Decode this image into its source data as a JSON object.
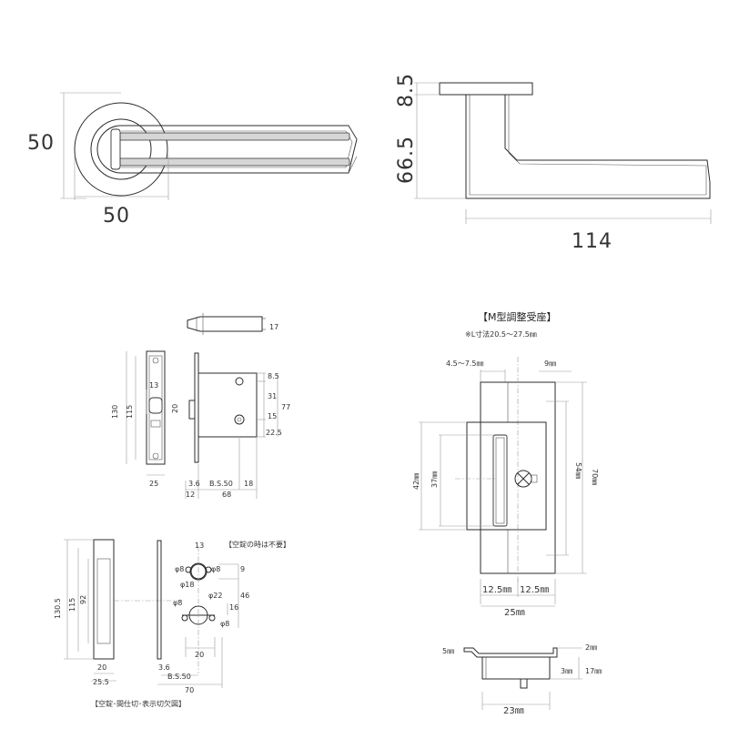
{
  "lever": {
    "rose_height": "50",
    "rose_width": "50",
    "rose_projection": "8.5",
    "lever_height": "66.5",
    "lever_length": "114"
  },
  "mortise": {
    "bolt_projection": "17",
    "face_height": "130",
    "case_height": "115",
    "strike_13": "13",
    "strike_20": "20",
    "face_width": "25",
    "top_offset": "8.5",
    "spindle_offset": "31",
    "overall_height": "77",
    "cylinder_offset": "15",
    "bottom_offset": "22.5",
    "face_thickness": "3.6",
    "backset": "B.S.50",
    "tail": "18",
    "front_thickness": "12",
    "case_depth": "68"
  },
  "cutout": {
    "label_not_needed": "【空錠の時は不要】",
    "dim_13": "13",
    "phi8_a": "φ8",
    "phi8_b": "φ8",
    "phi18": "φ18",
    "dim_9": "9",
    "phi22": "φ22",
    "dim_46": "46",
    "phi8_c": "φ8",
    "dim_16": "16",
    "phi8_d": "φ8",
    "height_130_5": "130.5",
    "height_115": "115",
    "height_92": "92",
    "width_20_left": "20",
    "width_20_right": "20",
    "width_25_5": "25.5",
    "offset_3_6": "3.6",
    "backset": "B.S.50",
    "width_70": "70",
    "caption": "【空錠･間仕切･表示切欠図】"
  },
  "strike": {
    "title": "【M型調整受座】",
    "note": "※L寸法20.5～27.5㎜",
    "range": "4.5～7.5㎜",
    "dim_9": "9㎜",
    "height_42": "42㎜",
    "height_37": "37㎜",
    "height_54": "54㎜",
    "height_70": "70㎜",
    "half_left": "12.5㎜",
    "half_right": "12.5㎜",
    "width_25": "25㎜",
    "side_5": "5㎜",
    "side_2": "2㎜",
    "side_3": "3㎜",
    "side_17": "17㎜",
    "side_23": "23㎜"
  }
}
